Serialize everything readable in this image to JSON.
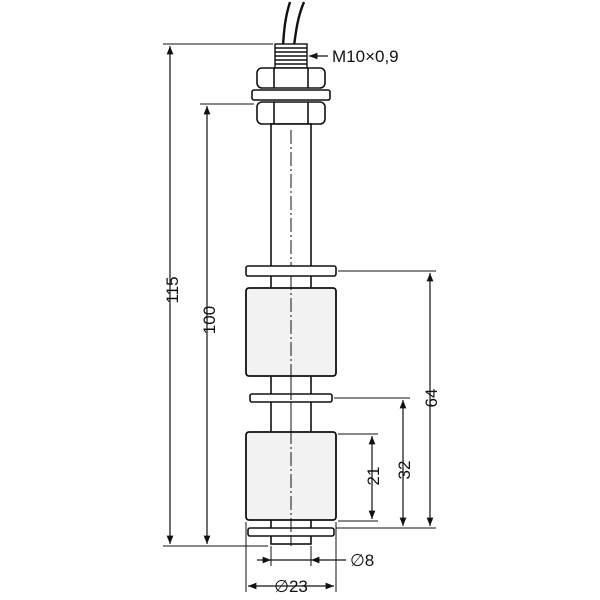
{
  "labels": {
    "thread": "M10×0,9",
    "total_length": "115",
    "float_length": "100",
    "upper_float_range": "64",
    "lower_float_range": "32",
    "float_height": "21",
    "stem_diameter": "∅8",
    "float_diameter": "∅23"
  },
  "colors": {
    "line": "#111111",
    "float_fill": "#f2f2f2",
    "metal_fill": "#ffffff"
  }
}
